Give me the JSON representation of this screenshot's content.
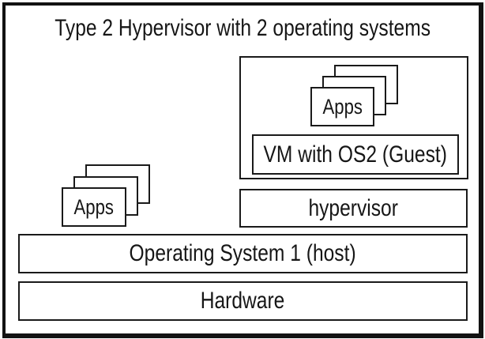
{
  "diagram": {
    "title": "Type 2 Hypervisor with 2 operating systems",
    "guest": {
      "apps_label": "Apps",
      "vm_label": "VM with OS2 (Guest)"
    },
    "hypervisor_label": "hypervisor",
    "host": {
      "apps_label": "Apps"
    },
    "os_label": "Operating System 1 (host)",
    "hardware_label": "Hardware",
    "colors": {
      "line": "#1a1a1a",
      "frame": "#121212",
      "background": "#ffffff",
      "text": "#161616"
    }
  }
}
